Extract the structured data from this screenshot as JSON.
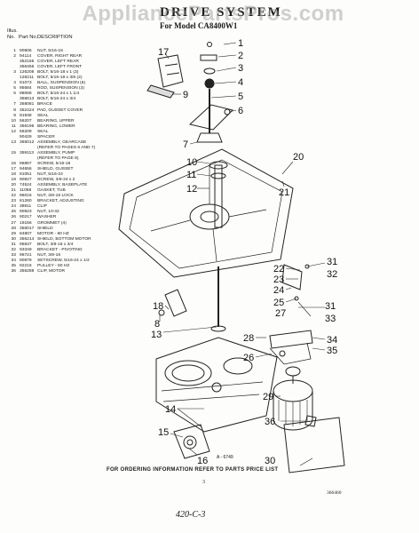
{
  "watermark": "AppliancePartsPros.com",
  "title": "DRIVE SYSTEM",
  "subtitle": "For Model CA8400W1",
  "table_header": {
    "illus_no": "Illus. No.",
    "part_no": "Part No.",
    "description": "DESCRIPTION"
  },
  "parts": [
    {
      "no": "1",
      "part": "90806",
      "desc": "NUT, 5/16-18"
    },
    {
      "no": "2",
      "part": "94114",
      "desc": "COVER, RIGHT REAR"
    },
    {
      "no": "",
      "part": "352165",
      "desc": "COVER, LEFT REAR"
    },
    {
      "no": "",
      "part": "356456",
      "desc": "COVER, LEFT FRONT"
    },
    {
      "no": "3",
      "part": "126208",
      "desc": "BOLT, 5/16-18 x 1 (3)"
    },
    {
      "no": "",
      "part": "126211",
      "desc": "BOLT, 5/16-18 x 3/8 (2)"
    },
    {
      "no": "4",
      "part": "91073",
      "desc": "BALL, SUSPENSION (6)"
    },
    {
      "no": "5",
      "part": "95684",
      "desc": "ROD, SUSPENSION (3)"
    },
    {
      "no": "6",
      "part": "98068",
      "desc": "BOLT, 5/16-24 x 1 1/4"
    },
    {
      "no": "",
      "part": "356613",
      "desc": "BOLT, 5/16-24 x 3/4"
    },
    {
      "no": "7",
      "part": "358081",
      "desc": "BRACE"
    },
    {
      "no": "8",
      "part": "352424",
      "desc": "PAD, GUSSET COVER"
    },
    {
      "no": "9",
      "part": "91938",
      "desc": "SEAL"
    },
    {
      "no": "10",
      "part": "56207",
      "desc": "BEARING, UPPER"
    },
    {
      "no": "11",
      "part": "356196",
      "desc": "BEARING, LOWER"
    },
    {
      "no": "12",
      "part": "56209",
      "desc": "SEAL"
    },
    {
      "no": "",
      "part": "90429",
      "desc": "SPACER"
    },
    {
      "no": "13",
      "part": "365012",
      "desc": "ASSEMBLY, GEARCASE"
    },
    {
      "no": "",
      "part": "",
      "desc": "(REFER TO PAGES 6 AND 7)"
    },
    {
      "no": "15",
      "part": "359113",
      "desc": "ASSEMBLY, PUMP"
    },
    {
      "no": "",
      "part": "",
      "desc": "(REFER TO PAGE 8)"
    },
    {
      "no": "16",
      "part": "96867",
      "desc": "SCREW, 5/16-18"
    },
    {
      "no": "17",
      "part": "94656",
      "desc": "SHIELD, GUSSET"
    },
    {
      "no": "18",
      "part": "91051",
      "desc": "NUT, 5/16-24"
    },
    {
      "no": "19",
      "part": "90827",
      "desc": "SCREW, 3/8-24 x 2"
    },
    {
      "no": "20",
      "part": "74524",
      "desc": "ASSEMBLY, BASEPLATE"
    },
    {
      "no": "21",
      "part": "11058",
      "desc": "GASKET, TUB"
    },
    {
      "no": "22",
      "part": "96016",
      "desc": "NUT, 3/8-16 LOCK"
    },
    {
      "no": "23",
      "part": "81280",
      "desc": "BRACKET, ADJUSTING"
    },
    {
      "no": "24",
      "part": "38811",
      "desc": "CLIP"
    },
    {
      "no": "25",
      "part": "90923",
      "desc": "NUT, 10-32"
    },
    {
      "no": "26",
      "part": "90217",
      "desc": "WASHER"
    },
    {
      "no": "27",
      "part": "19156",
      "desc": "GROMMET (4)"
    },
    {
      "no": "28",
      "part": "356017",
      "desc": "SHIELD"
    },
    {
      "no": "29",
      "part": "84807",
      "desc": "MOTOR - 60 HZ"
    },
    {
      "no": "30",
      "part": "356214",
      "desc": "SHIELD, BOTTOM MOTOR"
    },
    {
      "no": "31",
      "part": "95837",
      "desc": "BOLT, 3/8-16 x 3/4"
    },
    {
      "no": "32",
      "part": "93349",
      "desc": "BRACKET - PIVOTING"
    },
    {
      "no": "33",
      "part": "96721",
      "desc": "NUT, 3/8-16"
    },
    {
      "no": "34",
      "part": "90879",
      "desc": "SETSCREW, 5/16-24 x 1/2"
    },
    {
      "no": "35",
      "part": "92216",
      "desc": "PULLEY - 60 HZ"
    },
    {
      "no": "36",
      "part": "356288",
      "desc": "CLIP, MOTOR"
    }
  ],
  "callouts": {
    "c1": "1",
    "c2": "2",
    "c3": "3",
    "c4": "4",
    "c5": "5",
    "c6": "6",
    "c7": "7",
    "c8": "8",
    "c9": "9",
    "c10": "10",
    "c11": "11",
    "c12": "12",
    "c13": "13",
    "c14": "14",
    "c15": "15",
    "c16": "16",
    "c17": "17",
    "c18": "18",
    "c20": "20",
    "c21": "21",
    "c22": "22",
    "c23": "23",
    "c24": "24",
    "c25": "25",
    "c26": "26",
    "c27": "27",
    "c28": "28",
    "c29": "29",
    "c30": "30",
    "c31": "31",
    "c32": "32",
    "c33": "33",
    "c34": "34",
    "c35": "35",
    "c36": "36",
    "c31b": "31"
  },
  "drawing_number": "A - 6749",
  "footer_text": "FOR ORDERING INFORMATION REFER TO PARTS PRICE LIST",
  "page_number": "3",
  "code": "366460",
  "handwritten": "420-C-3"
}
